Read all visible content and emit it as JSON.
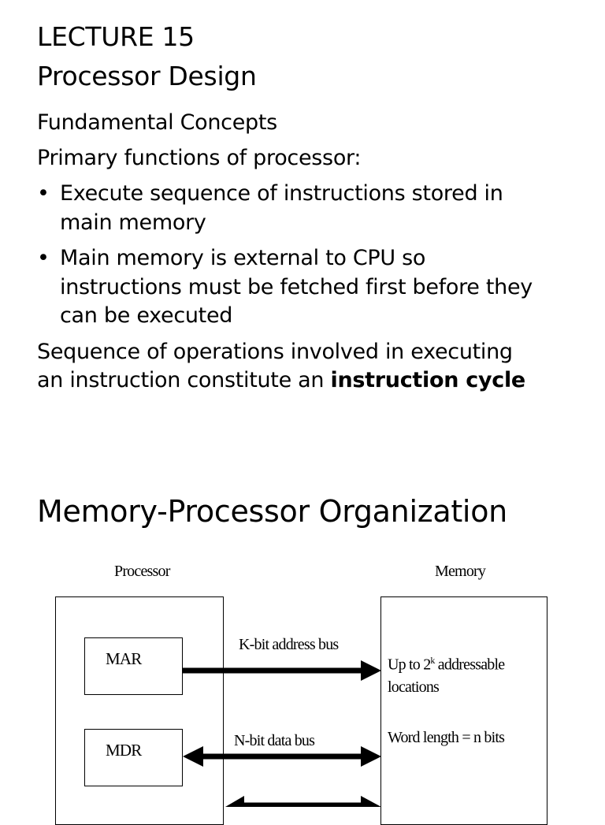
{
  "slide1": {
    "title_line1": "LECTURE 15",
    "title_line2": "Processor Design",
    "subheading": "Fundamental Concepts",
    "intro": "Primary functions of processor:",
    "bullets": [
      {
        "line1": "Execute sequence of instructions stored in",
        "line2": "main memory"
      },
      {
        "line1": "Main memory is external to CPU so",
        "line2": "instructions must be fetched first before they",
        "line3": "can be executed"
      }
    ],
    "closing_line1": "Sequence of operations  involved in executing",
    "closing_line2_prefix": "an instruction constitute an ",
    "closing_line2_bold": "instruction cycle"
  },
  "slide2": {
    "title": "Memory-Processor Organization",
    "diagram": {
      "processor_label": "Processor",
      "memory_label": "Memory",
      "mar_label": "MAR",
      "mdr_label": "MDR",
      "address_bus_label": "K-bit address bus",
      "data_bus_label": "N-bit data bus",
      "memory_text_1_prefix": "Up to 2",
      "memory_text_1_sup": "k",
      "memory_text_1_suffix": " addressable",
      "memory_text_2": "locations",
      "memory_text_3": "Word length = n bits"
    }
  }
}
